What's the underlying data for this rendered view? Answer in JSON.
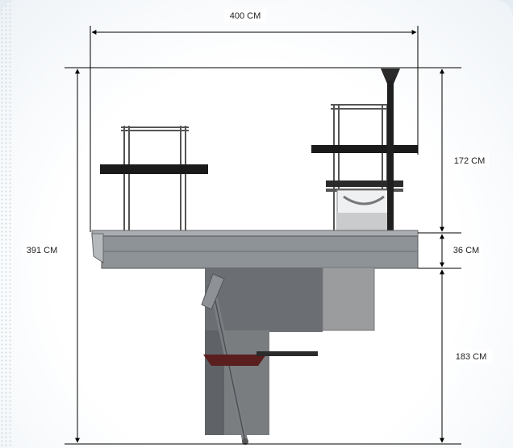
{
  "dimensions": {
    "width_label": "400 CM",
    "total_height_label": "391 CM",
    "upper_height_label": "172 CM",
    "table_height_label": "36 CM",
    "lower_height_label": "183 CM"
  },
  "colors": {
    "table_body": "#8e9398",
    "table_top": "#a9adb1",
    "dark_metal": "#1a1a1a",
    "cabinet": "#6b6e72",
    "panel": "#9a9c9e",
    "accent_red": "#5a1e1e",
    "dimension_line": "#000000"
  }
}
